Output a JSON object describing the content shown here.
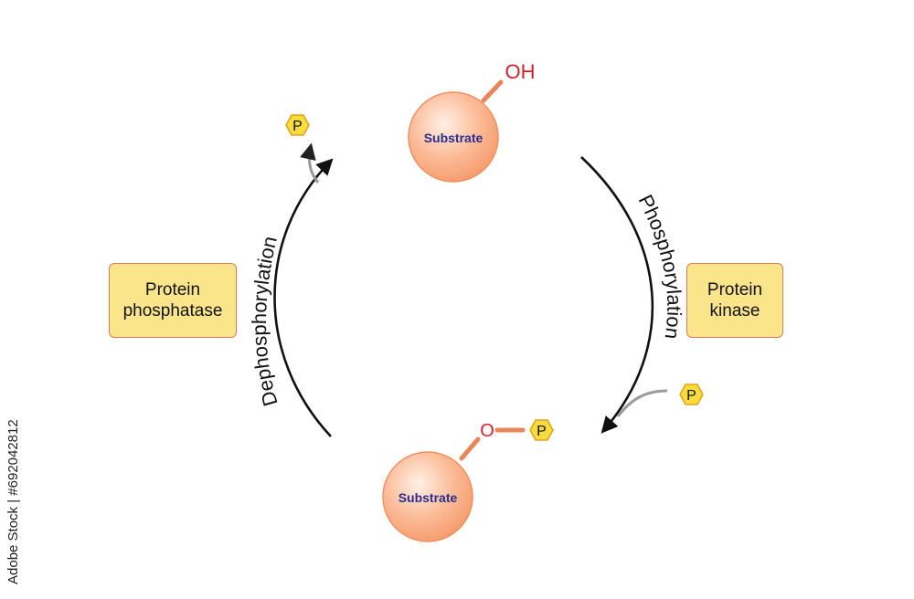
{
  "substrate_top": {
    "label": "Substrate",
    "group_label": "OH"
  },
  "substrate_bottom": {
    "label": "Substrate",
    "oxygen_label": "O",
    "phosphate_label": "P"
  },
  "phosphate_released": {
    "label": "P"
  },
  "phosphate_incoming": {
    "label": "P"
  },
  "right_arrow": {
    "label": "Phosphorylation"
  },
  "left_arrow": {
    "label": "Dephosphorylation"
  },
  "kinase_box": {
    "label": "Protein kinase"
  },
  "phosphatase_box": {
    "label": "Protein phosphatase"
  },
  "watermark": {
    "text": "Adobe Stock | #692042812"
  },
  "colors": {
    "sphere": "#f9a77c",
    "sphere_highlight": "#fff0e6",
    "sphere_text": "#2b2d8f",
    "hydroxyl_text": "#d3202a",
    "bond": "#e8875b",
    "phosphate_fill": "#f6dc3c",
    "phosphate_stroke": "#e3a21a",
    "arrow": "#111111",
    "enzyme_fill": "#fbe58a",
    "enzyme_stroke": "#e07a55"
  }
}
